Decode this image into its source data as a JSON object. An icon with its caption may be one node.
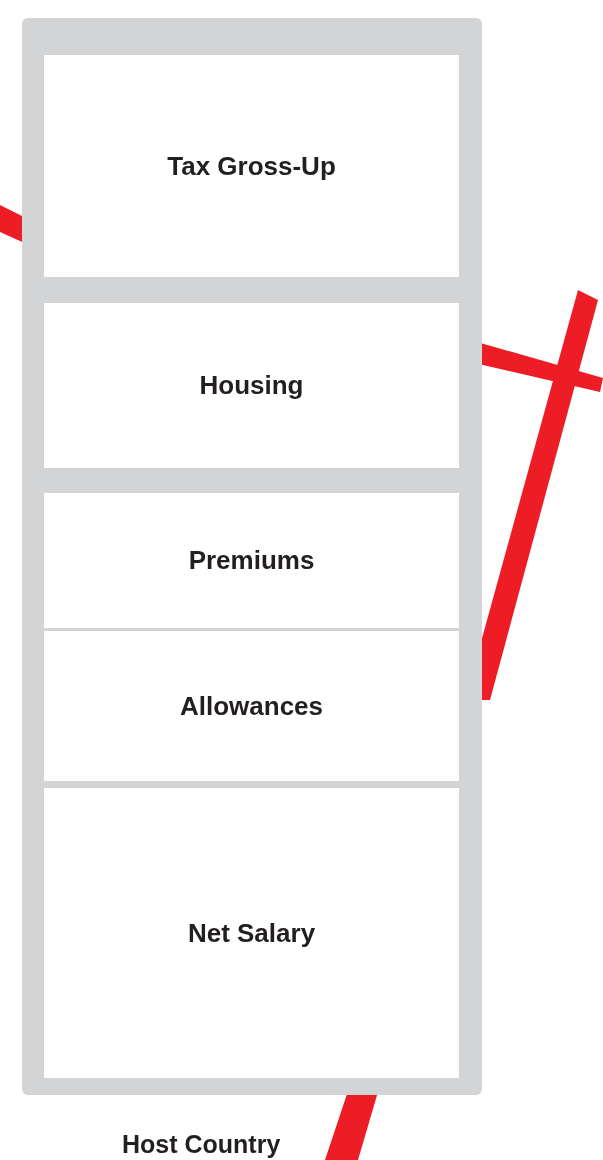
{
  "diagram": {
    "nodes": [
      {
        "text": [
          "Tax Gross-Up"
        ]
      },
      {
        "text": [
          "Housing"
        ]
      },
      {
        "text": [
          "Premiums"
        ]
      },
      {
        "text": [
          "Allowances"
        ]
      },
      {
        "text": [
          "Net Salary"
        ]
      }
    ],
    "labels": [
      "Host Country"
    ]
  }
}
